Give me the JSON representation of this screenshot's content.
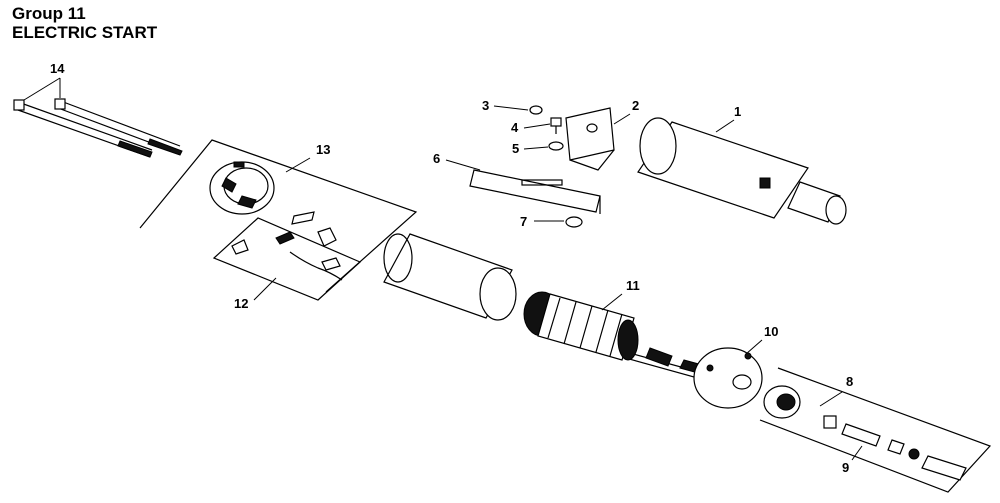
{
  "header": {
    "group": "Group 11",
    "title": "ELECTRIC START"
  },
  "callouts": {
    "c1": "1",
    "c2": "2",
    "c3": "3",
    "c4": "4",
    "c5": "5",
    "c6": "6",
    "c7": "7",
    "c8": "8",
    "c9": "9",
    "c10": "10",
    "c11": "11",
    "c12": "12",
    "c13": "13",
    "c14": "14"
  }
}
